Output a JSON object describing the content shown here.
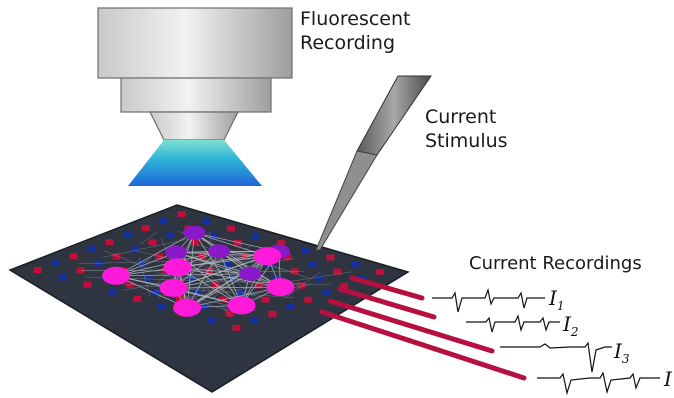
{
  "labels": {
    "fluorescent_line1": "Fluorescent",
    "fluorescent_line2": "Recording",
    "stimulus_line1": "Current",
    "stimulus_line2": "Stimulus",
    "recordings": "Current Recordings"
  },
  "traces": [
    {
      "symbol": "I",
      "sub": "1"
    },
    {
      "symbol": "I",
      "sub": "2"
    },
    {
      "symbol": "I",
      "sub": "3"
    },
    {
      "symbol": "I",
      "sub": ""
    }
  ],
  "colors": {
    "chip": "#2e3440",
    "electrode_red": "#c0103a",
    "electrode_blue": "#14309e",
    "neuron_magenta": "#ff1ad9",
    "neuron_purple": "#8a19c9",
    "wire": "#b5103f",
    "objective_light": "#d9d9d9",
    "cone_cyan": "#2fb6d6",
    "cone_blue": "#1e66d9"
  }
}
